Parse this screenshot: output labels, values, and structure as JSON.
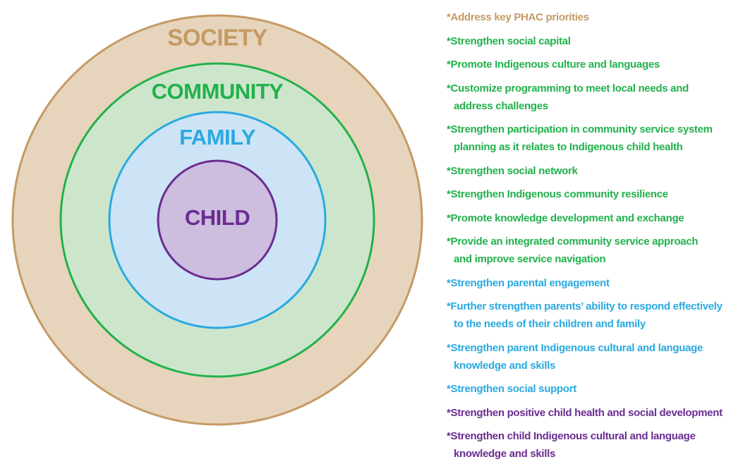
{
  "colors": {
    "society": "#c49a64",
    "society_fill": "#e7d4bc",
    "community": "#22b14c",
    "community_fill": "#cde6cb",
    "family": "#2aa9e0",
    "family_fill": "#cde4f6",
    "child": "#6a2d91",
    "child_fill": "#cdbddf"
  },
  "rings": [
    {
      "key": "society",
      "label": "SOCIETY"
    },
    {
      "key": "community",
      "label": "COMMUNITY"
    },
    {
      "key": "family",
      "label": "FAMILY"
    },
    {
      "key": "child",
      "label": "CHILD"
    }
  ],
  "items": [
    {
      "level": "society",
      "lines": [
        "*Address key PHAC priorities"
      ]
    },
    {
      "level": "community",
      "lines": [
        "*Strengthen social capital"
      ]
    },
    {
      "level": "community",
      "lines": [
        "*Promote Indigenous culture and languages"
      ]
    },
    {
      "level": "community",
      "lines": [
        "*Customize programming to meet local needs and",
        "address challenges"
      ]
    },
    {
      "level": "community",
      "lines": [
        "*Strengthen participation in community service system",
        "planning as it relates to Indigenous child health"
      ]
    },
    {
      "level": "community",
      "lines": [
        "*Strengthen social network"
      ]
    },
    {
      "level": "community",
      "lines": [
        "*Strengthen Indigenous community resilience"
      ]
    },
    {
      "level": "community",
      "lines": [
        "*Promote knowledge development and exchange"
      ]
    },
    {
      "level": "community",
      "lines": [
        "*Provide an integrated community service approach",
        "and improve service navigation"
      ]
    },
    {
      "level": "family",
      "lines": [
        "*Strengthen parental engagement"
      ]
    },
    {
      "level": "family",
      "lines": [
        "*Further strengthen parents’ ability to respond effectively",
        "to the needs of their children and family"
      ]
    },
    {
      "level": "family",
      "lines": [
        "*Strengthen parent Indigenous cultural and language",
        "knowledge and skills"
      ]
    },
    {
      "level": "family",
      "lines": [
        "*Strengthen social support"
      ]
    },
    {
      "level": "child",
      "lines": [
        "*Strengthen positive child health and social development"
      ]
    },
    {
      "level": "child",
      "lines": [
        "*Strengthen child Indigenous cultural and language",
        "knowledge and skills"
      ]
    }
  ]
}
